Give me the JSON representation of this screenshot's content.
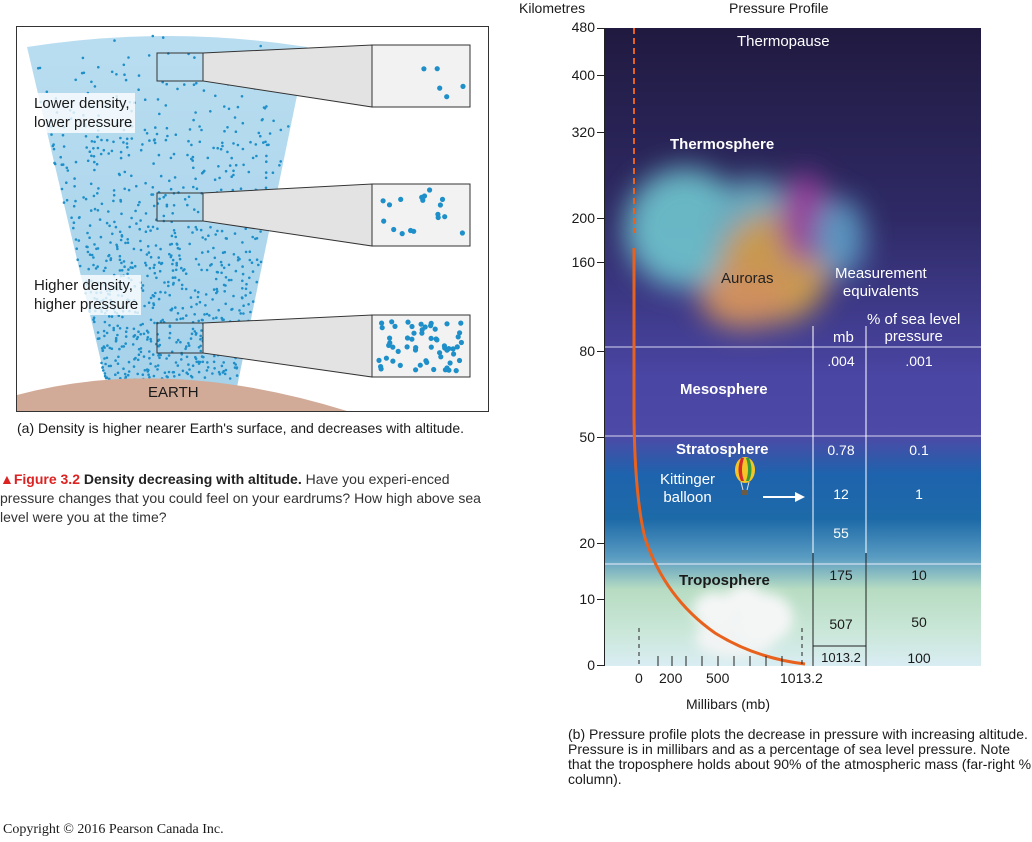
{
  "panel_a": {
    "lower_density_label": "Lower density,\nlower pressure",
    "higher_density_label": "Higher density,\nhigher pressure",
    "earth_label": "EARTH",
    "caption": "(a) Density is higher nearer Earth's surface, and decreases with altitude.",
    "colors": {
      "atmosphere": "#a8d4ec",
      "dots": "#1e8fc8",
      "earth": "#d2ab98"
    }
  },
  "figure_caption": {
    "number": "▲Figure 3.2",
    "title": "Density decreasing with altitude.",
    "text": " Have you experi-enced pressure changes that you could feel on your eardrums? How high above sea level were you at the time?"
  },
  "panel_b": {
    "y_axis_title": "Kilometres",
    "title": "Pressure Profile",
    "y_ticks": [
      "480",
      "400",
      "320",
      "200",
      "160",
      "80",
      "50",
      "20",
      "10",
      "0"
    ],
    "layers": {
      "thermopause": "Thermopause",
      "thermosphere": "Thermosphere",
      "mesosphere": "Mesosphere",
      "stratosphere": "Stratosphere",
      "troposphere": "Troposphere"
    },
    "auroras_label": "Auroras",
    "balloon_label": "Kittinger\nballoon",
    "measurement_label": "Measurement\nequivalents",
    "table": {
      "mb_header": "mb",
      "pct_header": "% of sea level\npressure",
      "mb_values": [
        ".004",
        "0.78",
        "12",
        "55",
        "175",
        "507",
        "1013.2"
      ],
      "pct_values": [
        ".001",
        "0.1",
        "1",
        "10",
        "50",
        "100"
      ]
    },
    "x_tick_labels": [
      "0",
      "200",
      "500",
      "1013.2"
    ],
    "x_axis_title": "Millibars (mb)",
    "caption": "(b) Pressure profile plots the decrease in pressure with increasing altitude. Pressure is in millibars and as a percentage of sea level pressure. Note that the troposphere holds about 90% of the atmospheric mass (far-right % column).",
    "colors": {
      "profile_line": "#e8621e",
      "sky_top": "#241c4a",
      "sky_mid": "#4d4aa8",
      "sky_low": "#1b68b0",
      "ground": "#d7ecf0"
    }
  },
  "copyright": "Copyright © 2016 Pearson Canada Inc."
}
